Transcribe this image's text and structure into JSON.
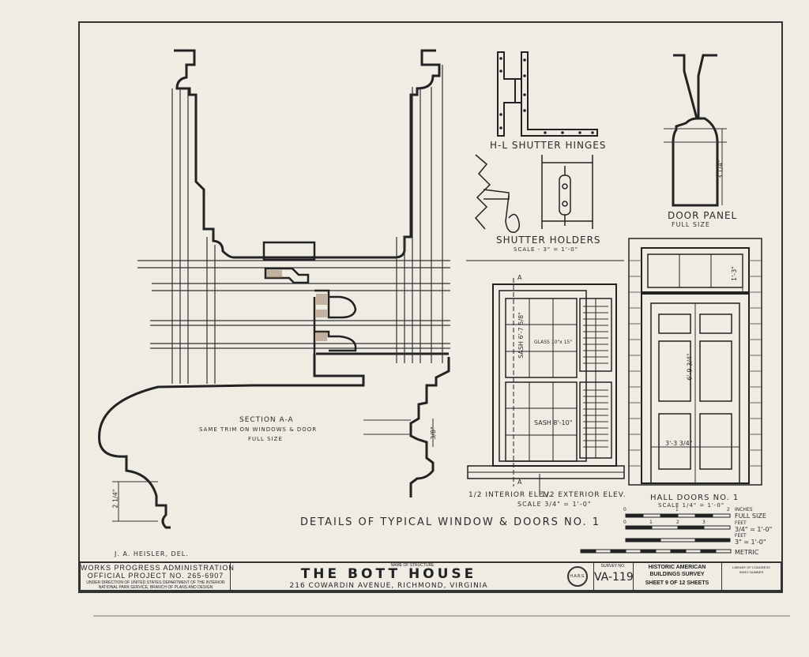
{
  "drawing": {
    "main_title": "DETAILS OF TYPICAL WINDOW & DOORS NO. 1",
    "drafter": "J. A. HEISLER,   DEL."
  },
  "labels": {
    "hinges": "H-L SHUTTER HINGES",
    "holders": "SHUTTER HOLDERS",
    "holders_scale": "SCALE - 3\" = 1'-0\"",
    "door_panel": "DOOR PANEL",
    "door_panel_scale": "FULL SIZE",
    "section_title": "SECTION A-A",
    "section_note": "SAME TRIM ON WINDOWS & DOOR",
    "section_scale": "FULL SIZE",
    "window_interior": "1/2 INTERIOR ELEV.",
    "window_exterior": "1/2 EXTERIOR ELEV.",
    "window_scale": "SCALE 3/4\" = 1'-0\"",
    "hall_doors": "HALL DOORS NO. 1",
    "hall_doors_scale": "SCALE 1/4\" = 1'-0\"",
    "section_mark_a": "A"
  },
  "dimensions": {
    "panel_height": "3 1/4\"",
    "sash_upper": "SASH 6'-7 5/8\"",
    "glass": "GLASS 10\"x 15\"",
    "sash_lower": "SASH 8'-10\"",
    "transom": "1'-3\"",
    "door_height": "6'-9 3/4\"",
    "door_width": "3'-3 3/4\"",
    "trim_small": "3/8\"",
    "trim_height": "2 1/4\""
  },
  "scales": {
    "inches_label": "INCHES",
    "full_size": "FULL SIZE",
    "feet1_label": "FEET",
    "feet1_scale": "3/4\" = 1'-0\"",
    "feet2_label": "FEET",
    "feet2_scale": "3\" = 1'-0\"",
    "metric": "METRIC",
    "ticks_inches": [
      "0",
      "1",
      "2"
    ],
    "ticks_feet": [
      "0",
      "1",
      "2",
      "3"
    ]
  },
  "title_block": {
    "agency": "WORKS PROGRESS ADMINISTRATION",
    "project": "OFFICIAL PROJECT NO. 265-6907",
    "under": "UNDER DIRECTION OF UNITED STATES DEPARTMENT OF THE INTERIOR",
    "branch": "NATIONAL PARK SERVICE, BRANCH OF PLANS AND DESIGN",
    "name_label": "NAME OF STRUCTURE",
    "structure": "THE BOTT HOUSE",
    "address": "216 COWARDIN AVENUE, RICHMOND, VIRGINIA",
    "seal_text": "H.A.B.S.",
    "survey_label": "SURVEY NO.",
    "survey_no": "VA-119",
    "survey_title_1": "HISTORIC AMERICAN",
    "survey_title_2": "BUILDINGS SURVEY",
    "sheet_text": "SHEET 9 OF 12 SHEETS",
    "index_label_1": "LIBRARY OF CONGRESS",
    "index_label_2": "INDEX NUMBER"
  }
}
